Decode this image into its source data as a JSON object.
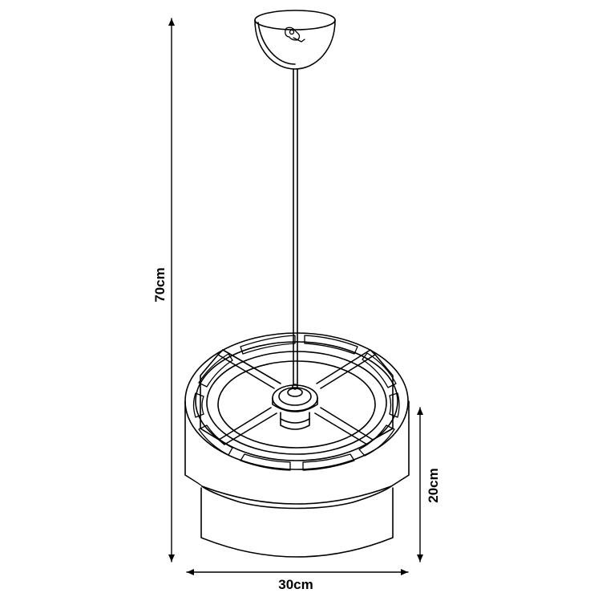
{
  "dimensions": {
    "total_height": "70cm",
    "shade_height": "20cm",
    "diameter": "30cm"
  },
  "colors": {
    "line": "#000000",
    "background": "#ffffff"
  }
}
